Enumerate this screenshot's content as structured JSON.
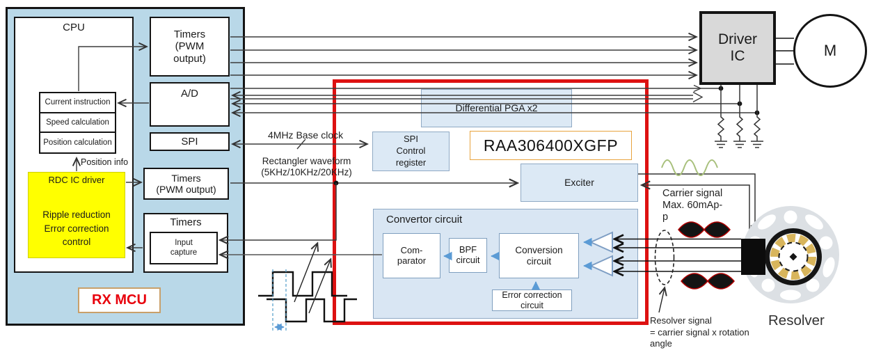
{
  "mcu": {
    "badge": "RX MCU",
    "cpu": "CPU",
    "calc_stack": [
      "Current instruction",
      "Speed calculation",
      "Position calculation"
    ],
    "position_info": "Position info",
    "rdc_driver": {
      "title": "RDC IC driver",
      "lines": [
        "Ripple reduction",
        "Error correction",
        "control"
      ]
    },
    "timers_pwm_top": [
      "Timers",
      "(PWM",
      "output)"
    ],
    "adc": "A/D",
    "spi": "SPI",
    "timers_pwm_mid": [
      "Timers",
      "(PWM output)"
    ],
    "timers_capture": {
      "title": "Timers",
      "inner": [
        "Input",
        "capture"
      ]
    }
  },
  "chip": {
    "part_number": "RAA306400XGFP",
    "diff_pga": "Differential PGA x2",
    "spi_control_register": [
      "SPI",
      "Control",
      "register"
    ],
    "exciter": "Exciter",
    "convertor": {
      "title": "Convertor circuit",
      "comparator": [
        "Com-",
        "parator"
      ],
      "bpf": [
        "BPF",
        "circuit"
      ],
      "conversion": [
        "Conversion",
        "circuit"
      ],
      "error_correction": [
        "Error correction",
        "circuit"
      ]
    }
  },
  "motor_drive": {
    "driver_ic": [
      "Driver",
      "IC"
    ],
    "motor": "M"
  },
  "resolver": {
    "label": "Resolver",
    "carrier_signal": [
      "Carrier signal",
      "Max. 60mAp-",
      "p"
    ],
    "resolver_signal": [
      "Resolver signal",
      "= carrier signal x rotation",
      "angle"
    ]
  },
  "signals": {
    "base_clock": "4MHz Base clock",
    "rect_waveform": [
      "Rectangler waveform",
      "(5KHz/10KHz/20KHz)"
    ]
  },
  "colors": {
    "mcu_fill": "#B9D8E8",
    "chip_fill": "#DCE9F5",
    "convertor_fill": "#D9E6F3",
    "highlight_yellow": "#FFFF00",
    "frame_red": "#DD1111",
    "rx_mcu_text": "#E8000B",
    "part_border_orange": "#E8A33D",
    "badge_border_tan": "#C9A06A",
    "arrow_blue": "#5B9BD5",
    "driver_fill": "#D9D9D9"
  }
}
